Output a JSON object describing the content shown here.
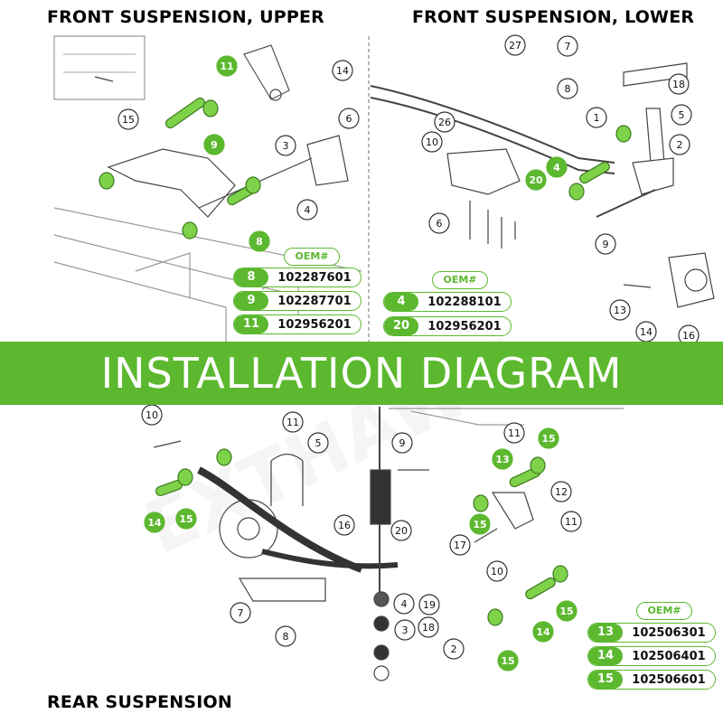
{
  "titles": {
    "upper": "FRONT SUSPENSION, UPPER",
    "lower": "FRONT SUSPENSION, LOWER",
    "rear": "REAR SUSPENSION"
  },
  "banner": "INSTALLATION DIAGRAM",
  "watermark": "EXTHAWK",
  "oem_label": "OEM#",
  "colors": {
    "accent": "#5cb82e",
    "line": "#333333",
    "callout_fill": "#ffffff"
  },
  "callouts": {
    "upper": [
      "15",
      "14",
      "6",
      "3",
      "4",
      "11",
      "9",
      "8"
    ],
    "lower": [
      "27",
      "7",
      "8",
      "18",
      "1",
      "5",
      "26",
      "10",
      "2",
      "4",
      "20",
      "6",
      "9",
      "13",
      "14",
      "16"
    ],
    "rear": [
      "10",
      "11",
      "5",
      "16",
      "7",
      "8",
      "14",
      "15",
      "9",
      "20",
      "4",
      "19",
      "3",
      "18",
      "2",
      "11",
      "13",
      "15",
      "12",
      "11",
      "15",
      "17",
      "10",
      "14",
      "15",
      "15"
    ]
  },
  "parts": {
    "upper": [
      {
        "ref": "8",
        "oem": "102287601"
      },
      {
        "ref": "9",
        "oem": "102287701"
      },
      {
        "ref": "11",
        "oem": "102956201"
      }
    ],
    "lower": [
      {
        "ref": "4",
        "oem": "102288101"
      },
      {
        "ref": "20",
        "oem": "102956201"
      }
    ],
    "rear": [
      {
        "ref": "13",
        "oem": "102506301"
      },
      {
        "ref": "14",
        "oem": "102506401"
      },
      {
        "ref": "15",
        "oem": "102506601"
      }
    ]
  }
}
